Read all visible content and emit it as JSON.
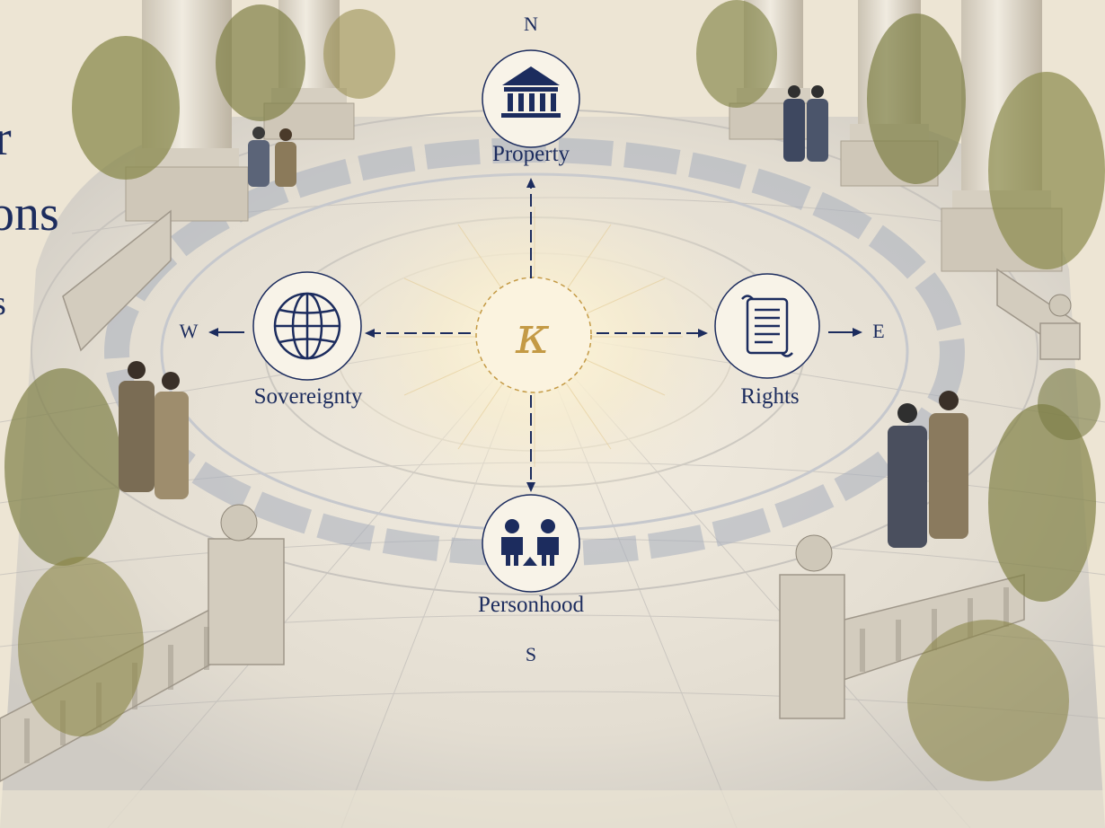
{
  "title_fragments": {
    "line1": "r",
    "line2": "ons",
    "line3": "s"
  },
  "center": {
    "symbol": "κ"
  },
  "compass": {
    "north": "N",
    "south": "S",
    "east": "E",
    "west": "W"
  },
  "nodes": {
    "north": {
      "label": "Property",
      "icon": "building-columns-icon"
    },
    "east": {
      "label": "Rights",
      "icon": "scroll-document-icon"
    },
    "south": {
      "label": "Personhood",
      "icon": "two-people-icon"
    },
    "west": {
      "label": "Sovereignty",
      "icon": "globe-icon"
    }
  },
  "colors": {
    "ink": "#1c2c5e",
    "gold": "#c49a45",
    "stone": "#d9d2c3",
    "paving_dark": "#9aa3b4",
    "foliage": "#8c8a4a",
    "background": "#ece4d3"
  }
}
